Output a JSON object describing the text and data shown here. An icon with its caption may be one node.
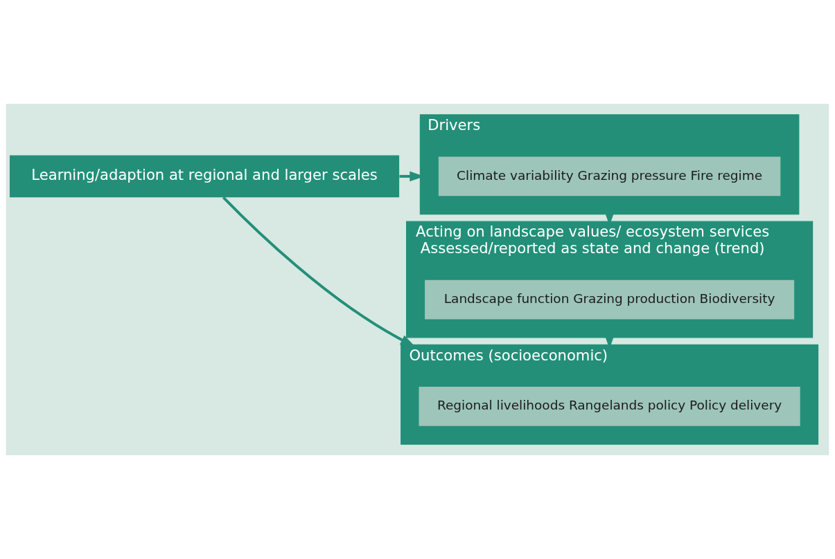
{
  "diagram": {
    "nodes": [
      {
        "text": [
          "Learning/adaption at regional and larger scales"
        ]
      },
      {
        "text": [
          "Drivers"
        ]
      },
      {
        "text": [
          "Climate variability Grazing pressure Fire regime"
        ],
        "in": 1
      },
      {
        "text": [
          "Acting on landscape values/ ecosystem services",
          "Assessed/reported as state and change (trend)"
        ]
      },
      {
        "text": [
          "Landscape function Grazing production Biodiversity"
        ],
        "in": 3
      },
      {
        "text": [
          "Outcomes (socioeconomic)"
        ]
      },
      {
        "text": [
          "Regional livelihoods Rangelands policy Policy delivery"
        ],
        "in": 5
      }
    ],
    "edges": [
      {
        "from": 0,
        "to": 1,
        "arrow": "to"
      },
      {
        "from": 1,
        "to": 3,
        "arrow": "to"
      },
      {
        "from": 3,
        "to": 5,
        "arrow": "to"
      },
      {
        "from": 0,
        "to": 5,
        "arrow": "to"
      }
    ]
  }
}
